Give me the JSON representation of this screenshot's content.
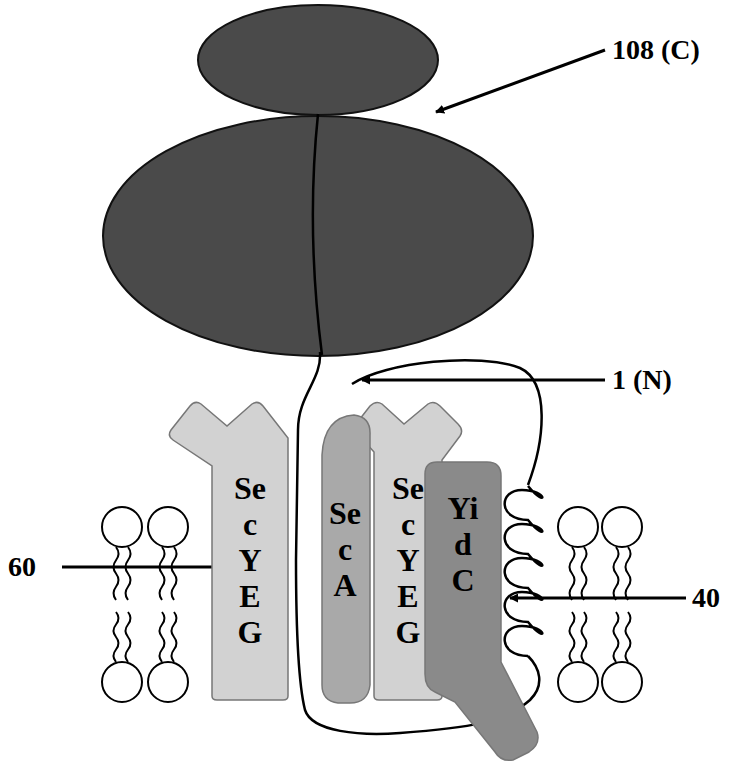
{
  "diagram": {
    "nodes": [
      {
        "text": [
          "SecYEG"
        ]
      },
      {
        "text": [
          "SecA"
        ]
      },
      {
        "text": [
          "SecYEG"
        ]
      },
      {
        "text": [
          "YidC"
        ]
      }
    ],
    "labels": [
      "108 (C)",
      "1 (N)",
      "60",
      "40"
    ]
  }
}
